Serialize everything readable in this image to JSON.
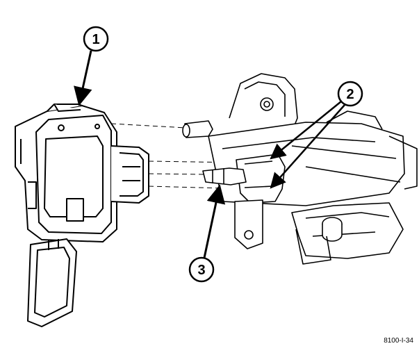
{
  "callouts": {
    "one": "1",
    "two": "2",
    "three": "3"
  },
  "figure_code": "8100-I-34"
}
